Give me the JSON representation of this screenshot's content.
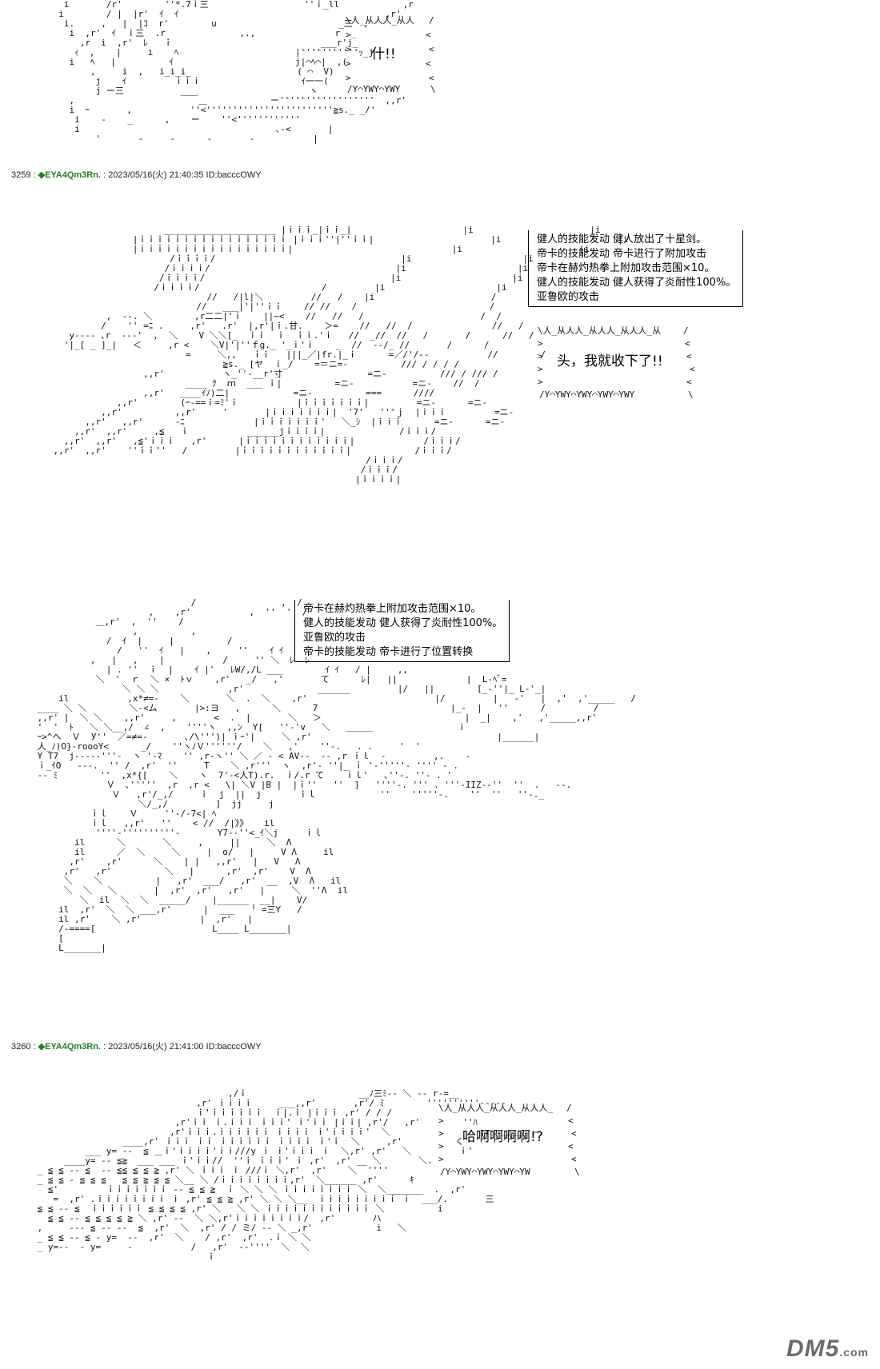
{
  "posts": [
    {
      "number": "3259",
      "sep": " : ",
      "trip": "◆EYA4Qm3Rn.",
      "sep2": " : ",
      "datetime": "2023/05/16(火) 21:40:35",
      "id": " ID:bacccOWY"
    },
    {
      "number": "3260",
      "sep": " : ",
      "trip": "◆EYA4Qm3Rn.",
      "sep2": " : ",
      "datetime": "2023/05/16(火) 21:41:00",
      "id": " ID:bacccOWY"
    }
  ],
  "shouts": [
    {
      "text": "什!!"
    },
    {
      "text": "头，我就收下了!!"
    },
    {
      "text": "哈啊啊啊啊!?"
    }
  ],
  "narrations": [
    {
      "lines": [
        "健人的技能发动  健人放出了十星剑。",
        "帝卡的技能发动  帝卡进行了附加攻击",
        "帝卡在赫灼热拳上附加攻击范围×10。",
        "健人的技能发动  健人获得了炎耐性100%。",
        "亚鲁欧的攻击"
      ]
    },
    {
      "lines": [
        "帝卡在赫灼热拳上附加攻击范围×10。",
        "健人的技能发动  健人获得了炎耐性100%。",
        "亚鲁欧的攻击",
        "帝卡的技能发动  帝卡进行了位置转换"
      ]
    }
  ],
  "logo": {
    "big": "DM5",
    "small": ".com"
  }
}
